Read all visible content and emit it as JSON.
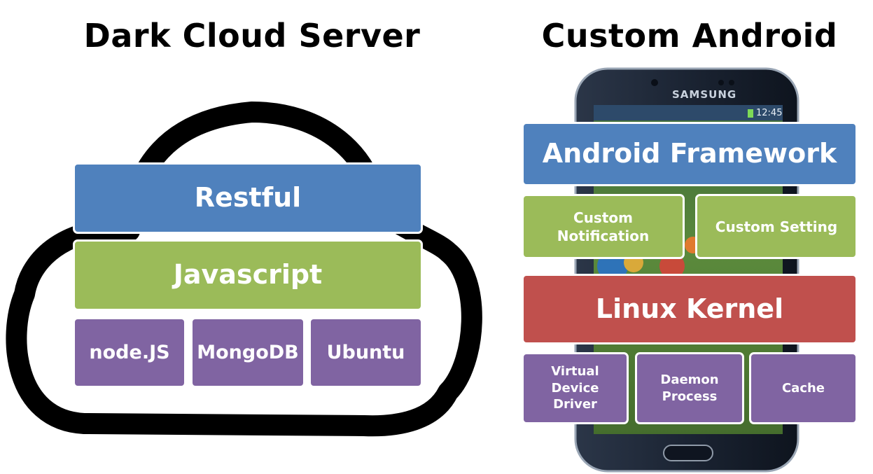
{
  "left_section": {
    "title": "Dark Cloud Server",
    "layers": {
      "restful": "Restful",
      "javascript": "Javascript",
      "node": "node.JS",
      "mongodb": "MongoDB",
      "ubuntu": "Ubuntu"
    }
  },
  "right_section": {
    "title": "Custom Android",
    "phone": {
      "brand": "SAMSUNG",
      "status_time": "12:45"
    },
    "layers": {
      "framework": "Android Framework",
      "custom_notification": "Custom Notification",
      "custom_setting": "Custom Setting",
      "linux_kernel": "Linux Kernel",
      "virtual_device_driver": "Virtual Device Driver",
      "daemon_process": "Daemon Process",
      "cache": "Cache"
    }
  },
  "colors": {
    "blue": "#4f81bd",
    "green": "#9bbb59",
    "red": "#c0504d",
    "purple": "#8064a2"
  }
}
